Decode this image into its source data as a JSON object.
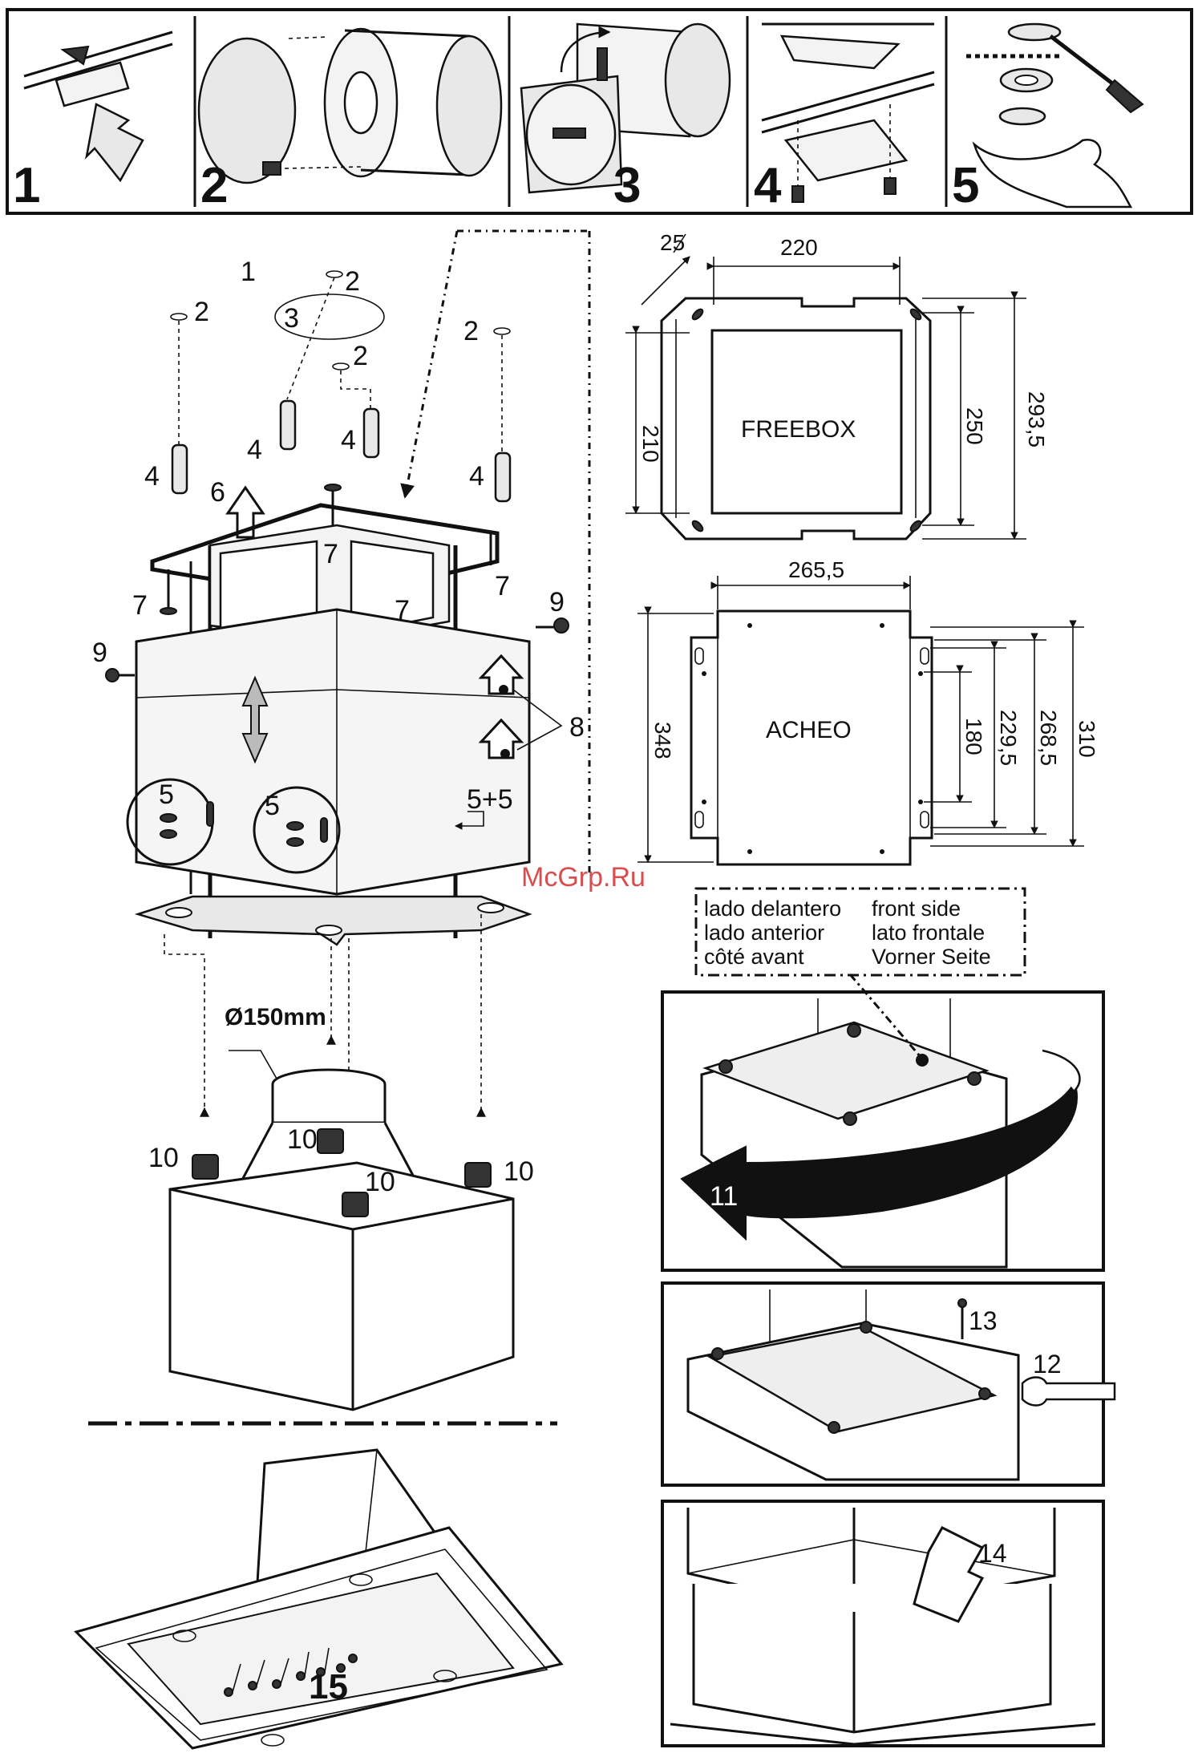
{
  "top_strip": {
    "steps": [
      "1",
      "2",
      "3",
      "4",
      "5"
    ]
  },
  "exploded_view": {
    "callouts": {
      "c1": "1",
      "c2a": "2",
      "c2b": "2",
      "c2c": "2",
      "c2d": "2",
      "c3": "3",
      "c4a": "4",
      "c4b": "4",
      "c4c": "4",
      "c4d": "4",
      "c6": "6",
      "c7a": "7",
      "c7b": "7",
      "c7c": "7",
      "c7d": "7",
      "c8": "8",
      "c9a": "9",
      "c9b": "9",
      "c5a": "5",
      "c5b": "5",
      "c55": "5+5"
    }
  },
  "freebox": {
    "name": "FREEBOX",
    "dims": {
      "d25": "25",
      "d220": "220",
      "d210": "210",
      "d250": "250",
      "d2935": "293,5"
    }
  },
  "acheo": {
    "name": "ACHEO",
    "dims": {
      "d2655": "265,5",
      "d348": "348",
      "d180": "180",
      "d2295": "229,5",
      "d2685": "268,5",
      "d310": "310"
    }
  },
  "watermark": "McGrp.Ru",
  "front_side_note": {
    "col1": [
      "lado delantero",
      "lado anterior",
      "côté avant"
    ],
    "col2": [
      "front side",
      "lato frontale",
      "Vorner Seite"
    ]
  },
  "lower_view": {
    "diameter": "Ø150mm",
    "c10a": "10",
    "c10b": "10",
    "c10c": "10",
    "c10d": "10",
    "c15": "15"
  },
  "panels": {
    "c11": "11",
    "c12": "12",
    "c13": "13",
    "c14": "14"
  }
}
